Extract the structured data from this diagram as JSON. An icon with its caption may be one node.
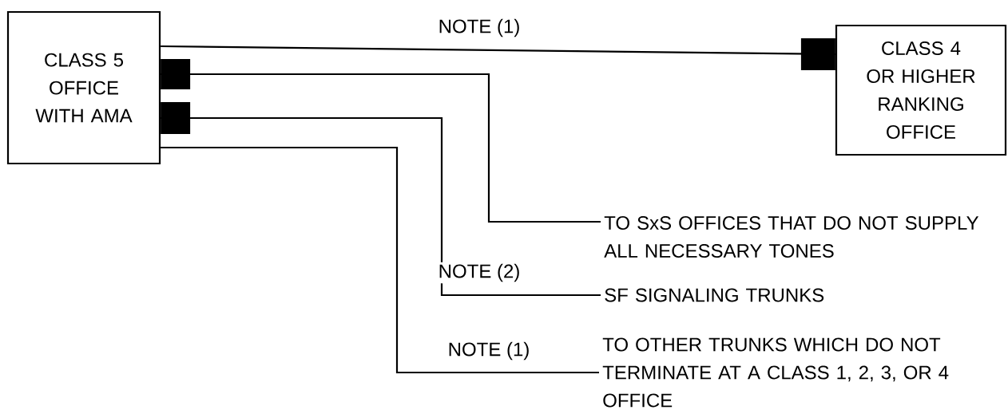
{
  "diagram": {
    "nodes": [
      {
        "text": [
          "CLASS 5 OFFICE WITH AMA"
        ]
      },
      {
        "text": [
          "CLASS 4 OR HIGHER RANKING OFFICE"
        ]
      },
      {
        "text": [
          "TO SxS OFFICES THAT DO NOT SUPPLY ALL NECESSARY TONES"
        ]
      },
      {
        "text": [
          "SF SIGNALING TRUNKS"
        ]
      },
      {
        "text": [
          "TO OTHER TRUNKS WHICH DO NOT TERMINATE AT A CLASS 1, 2, 3, OR 4 OFFICE"
        ]
      }
    ],
    "edges": [
      {
        "from": 0,
        "to": 1,
        "arrow": "other",
        "label": "NOTE (1)"
      },
      {
        "from": 2,
        "to": 0,
        "arrow": "other"
      },
      {
        "from": 3,
        "to": 0,
        "arrow": "other",
        "label": "NOTE (2)"
      },
      {
        "from": 0,
        "to": 4,
        "arrow": "none",
        "label": "NOTE (1)"
      }
    ]
  }
}
